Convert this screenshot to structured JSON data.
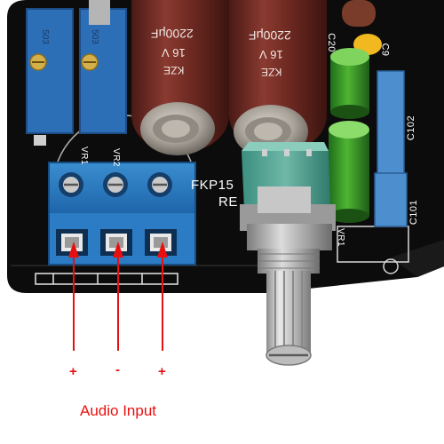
{
  "photo": {
    "subject": "potentiometer-board",
    "capacitor_marking": {
      "value": "2200μF",
      "voltage": "16 V",
      "brand": "KZE"
    },
    "silkscreen": {
      "model": "FKP15",
      "model_line2": "RE",
      "vr1": "VR1",
      "vr2": "VR2",
      "c101": "C101",
      "c102": "C102",
      "c20": "C20",
      "c9": "C9"
    },
    "trimmer_marking": "503",
    "annotation": {
      "pin_labels": [
        "+",
        "-",
        "+"
      ],
      "caption": "Audio Input",
      "color": "#e8100f"
    }
  }
}
